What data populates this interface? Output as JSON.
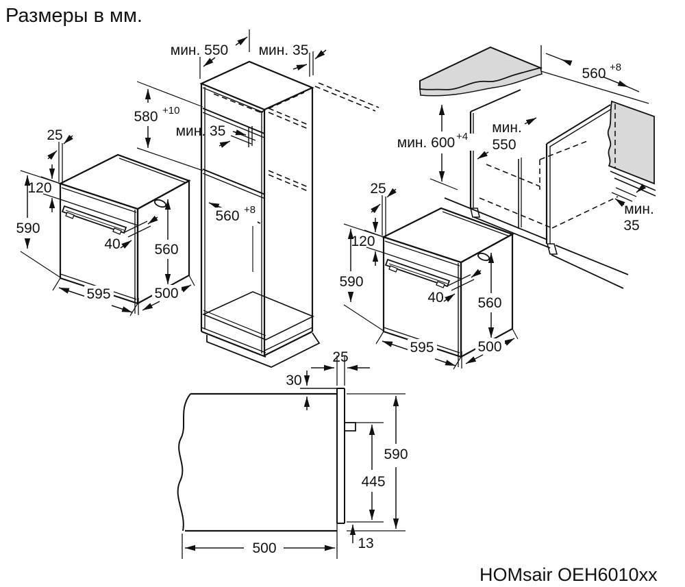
{
  "title": "Размеры в мм.",
  "model": "HOMsair OEH6010xx",
  "colors": {
    "line": "#111111",
    "panel_gray": "#d9d9d9"
  },
  "oven": {
    "front_depth": "25",
    "top_band": "120",
    "height": "590",
    "handle_depth": "40",
    "body_height": "560",
    "width": "595",
    "depth": "500"
  },
  "column": {
    "depth": "мин. 550",
    "top_rear_gap": "мин. 35",
    "niche_height": "580",
    "niche_height_tol": "+10",
    "rear_gap": "мин. 35",
    "niche_width": "560",
    "niche_width_tol": "+8"
  },
  "counter": {
    "niche_width": "560",
    "niche_width_tol": "+8",
    "height": "мин. 600",
    "height_tol": "+4",
    "depth_label": "мин.",
    "depth_value": "550",
    "rear_gap_label": "мин.",
    "rear_gap_value": "35"
  },
  "side": {
    "front_depth": "25",
    "top_gap": "30",
    "height": "590",
    "handle_bottom": "445",
    "bottom_gap": "13",
    "depth": "500"
  }
}
